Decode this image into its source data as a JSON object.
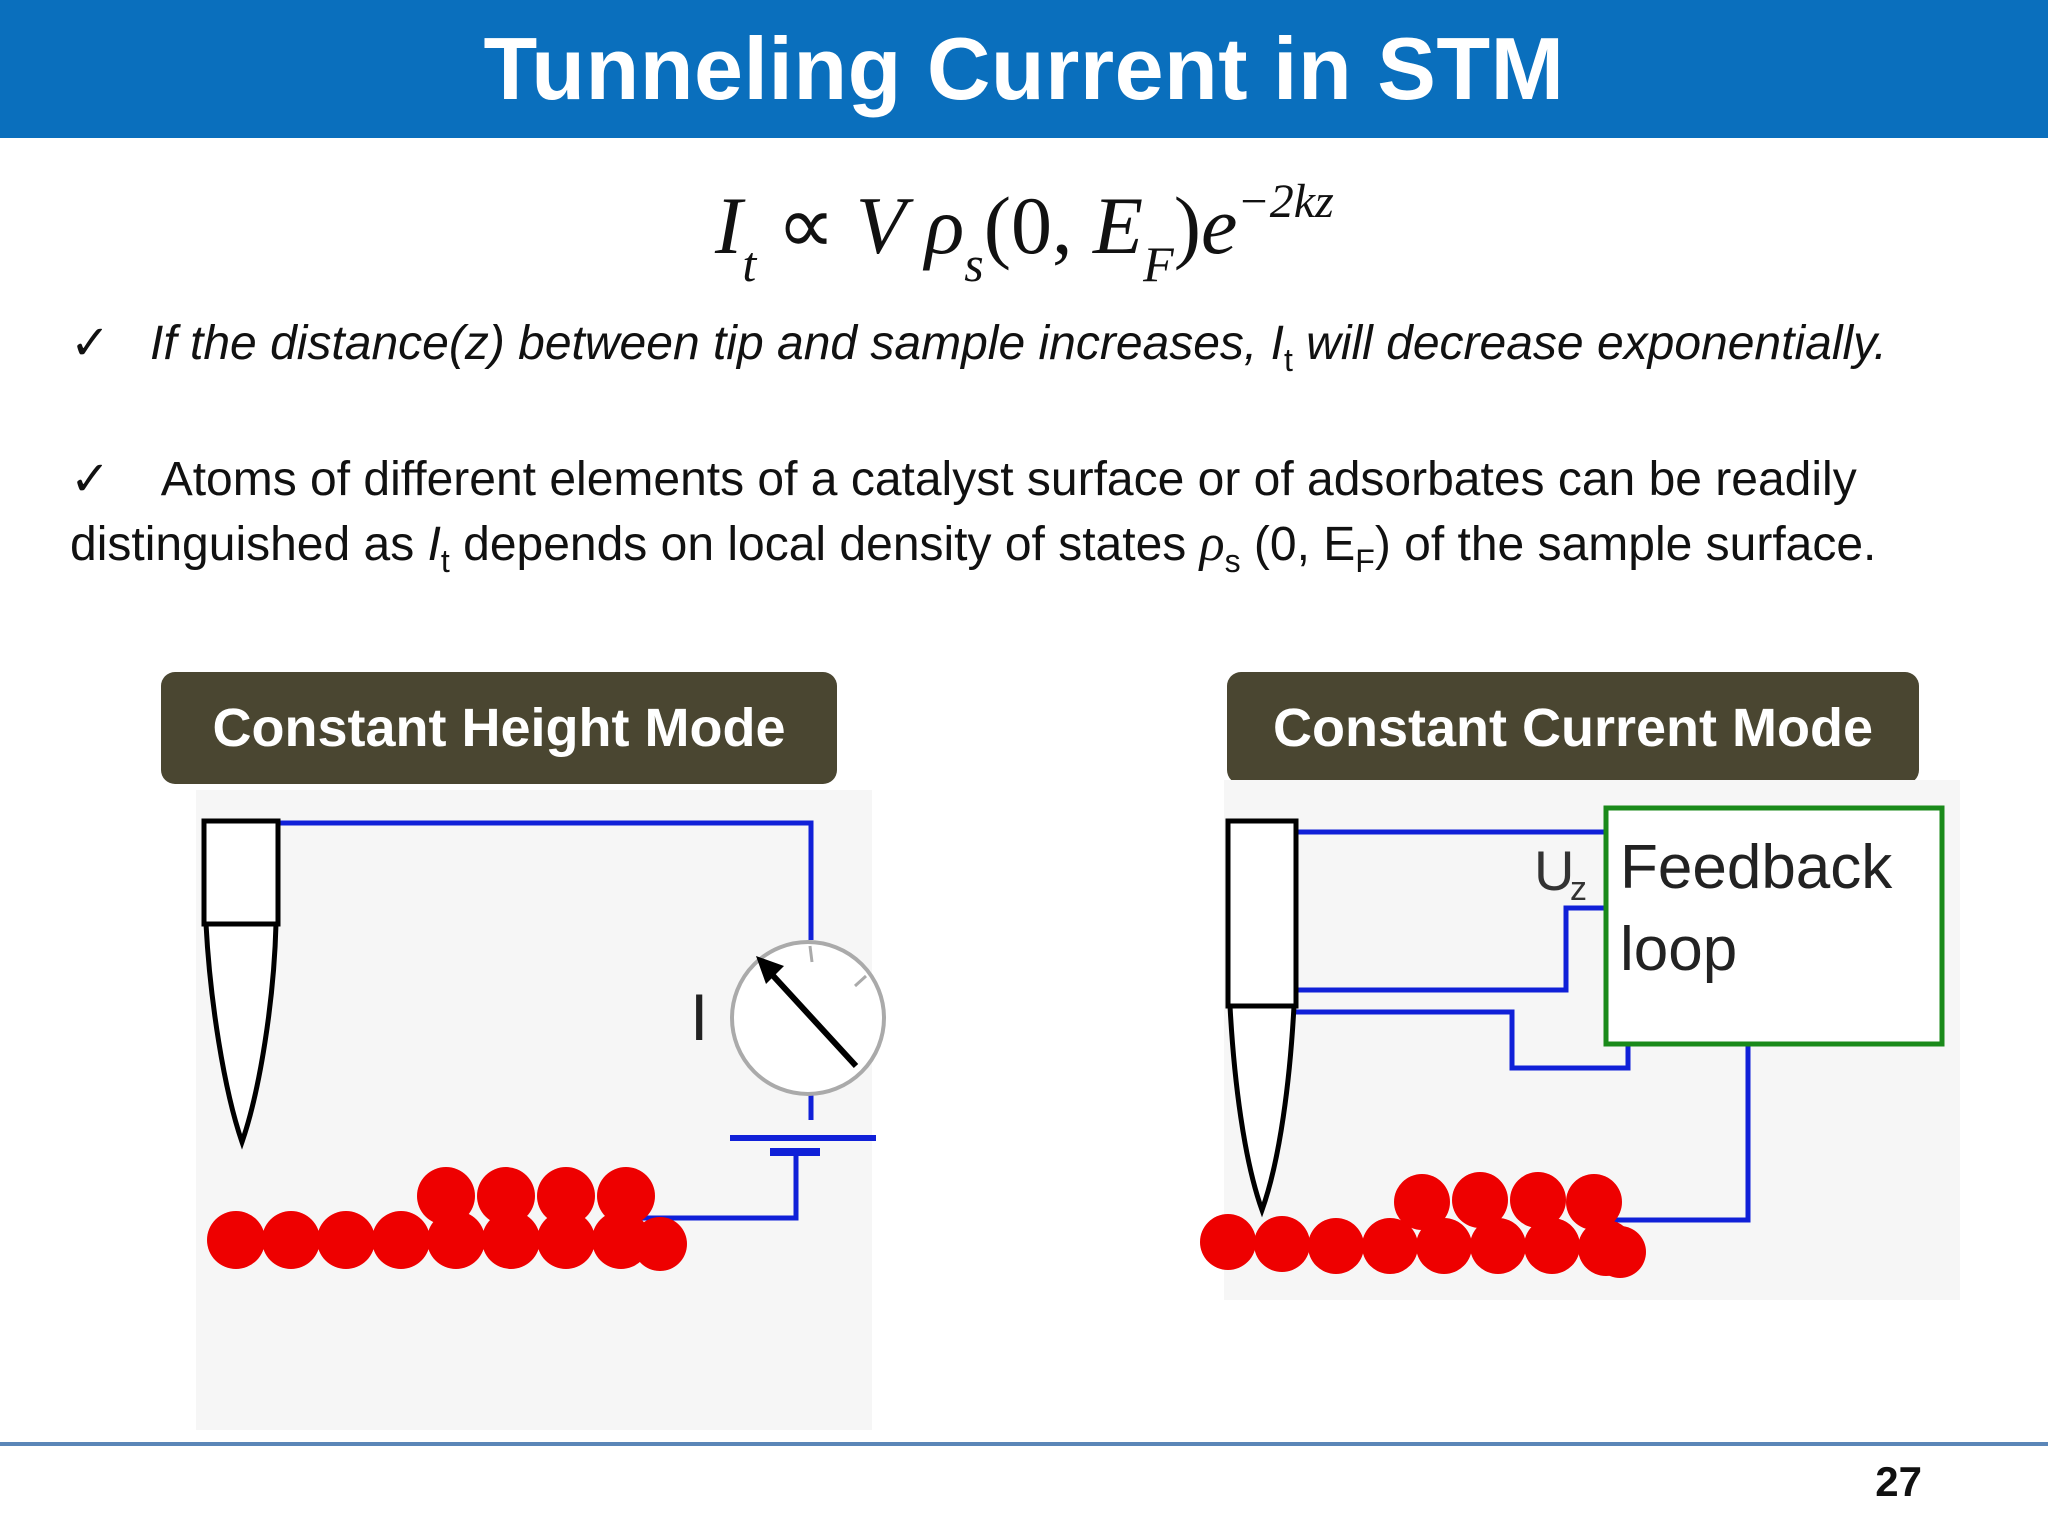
{
  "slide": {
    "title": "Tunneling Current in STM",
    "page_number": "27",
    "colors": {
      "title_bar": "#0a6fbd",
      "mode_label_bg": "#4a4631",
      "wire": "#1020d8",
      "atom": "#ee0000",
      "feedback_box": "#1a8a1a"
    }
  },
  "formula": {
    "I": "I",
    "I_sub": "t",
    "propto": "∝",
    "V": "V",
    "rho": "ρ",
    "rho_sub": "s",
    "args_open": "(0, ",
    "E": "E",
    "E_sub": "F",
    "args_close": ")",
    "e": "e",
    "exponent": "−2kz"
  },
  "bullets": {
    "check": "✓",
    "b1_main": "If the distance(z) between tip and sample  increases, I",
    "b1_sub": "t",
    "b1_tail": " will decrease exponentially.",
    "b2_part1": " Atoms of different elements of a catalyst surface or of adsorbates can be readily distinguished as ",
    "b2_I": "I",
    "b2_I_sub": "t",
    "b2_part2": " depends on local density of states ",
    "b2_rho": "ρ",
    "b2_rho_sub": "s",
    "b2_part3": " (0, E",
    "b2_E_sub": "F",
    "b2_part4": ") of the sample surface."
  },
  "diagrams": {
    "left_label": "Constant Height Mode",
    "right_label": "Constant Current Mode",
    "current_label": "I",
    "uz_label": "U",
    "uz_sub": "z",
    "feedback_line1": "Feedback",
    "feedback_line2": "loop"
  }
}
